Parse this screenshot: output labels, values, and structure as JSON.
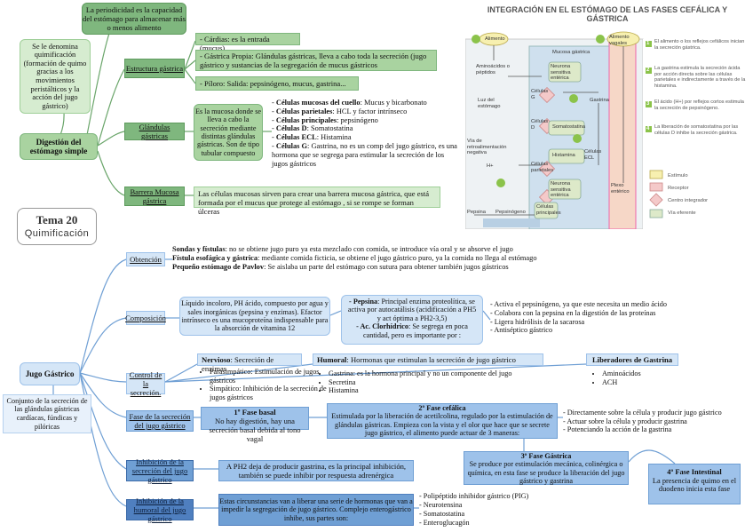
{
  "topic": {
    "title": "Tema 20",
    "subtitle": "Quimificación"
  },
  "digestion": {
    "root": "Digestión del estómago simple",
    "quimificacion_note": "Se le denomina quimificación (formación de quimo gracias a los movimientos peristálticos y la acción del jugo gástrico)",
    "periodicidad_note": "La periodicidad es la capacidad del estómago para almacenar más o menos alimento",
    "estructura": {
      "label": "Estructura gástrica",
      "items": [
        "- Cárdias: es la entrada (mucus)",
        "- Gástrica Propia: Glándulas gástricas, lleva a cabo toda la secreción (jugo gástrico y sustancias de la segregación de mucus gástricos",
        "- Píloro: Salida: pepsinógeno, mucus, gastrina..."
      ]
    },
    "glandulas": {
      "label": "Glándulas gástricas",
      "desc": "Es la mucosa donde se lleva a cabo la secreción mediante distintas glándulas gástricas. Son de tipo tubular compuesto",
      "cells": [
        {
          "name": "Células mucosas del cuello",
          "desc": ": Mucus y bicarbonato"
        },
        {
          "name": "Células parietales",
          "desc": ": HCL y factor intrínseco"
        },
        {
          "name": "Células principales",
          "desc": ": pepsinógeno"
        },
        {
          "name": "Células D",
          "desc": ": Somatostatina"
        },
        {
          "name": "Células ECL",
          "desc": ": Histamina"
        },
        {
          "name": "Células G",
          "desc": ": Gastrina, no es un comp del jugo gástrico, es una hormona que se segrega para estimular la secreción de los jugos gástricos"
        }
      ]
    },
    "barrera": {
      "label": "Barrera Mucosa gástrica",
      "desc": "Las células mucosas sirven para crear una barrera mucosa gástrica, que está formada por el mucus que protege al estómago , si se rompe se forman úlceras"
    }
  },
  "figure": {
    "title": "INTEGRACIÓN EN EL ESTÓMAGO DE LAS FASES CEFÁLICA Y GÁSTRICA",
    "labels": [
      "Alimento",
      "Alimento vagales",
      "Aminoácidos o péptidos",
      "Mucosa gástrica",
      "Luz del estómago",
      "Neurona sensitiva entérica",
      "Células G",
      "Gastrina",
      "Células D",
      "Somatostatina",
      "Vía de retroalimentación negativa",
      "H+",
      "Células parietales",
      "Histamina",
      "Células ECL",
      "Neurona sensitiva entérica",
      "Pepsina",
      "Pepsinógeno",
      "Células principales",
      "Plexo entérico"
    ],
    "numbers": [
      "1",
      "2",
      "3",
      "4"
    ],
    "legend_steps": [
      "El alimento o los reflejos cefálicos inician la secreción gástrica.",
      "La gastrina estimula la secreción ácida por acción directa sobre las células parietales e indirectamente a través de la histamina.",
      "El ácido (H+) por reflejos cortos estimula la secreción de pepsinógeno.",
      "La liberación de somatostatina por las células D inhibe la secreción gástrica."
    ],
    "legend_keys": [
      "Estímulo",
      "Receptor",
      "Centro integrador",
      "Vía eferente"
    ]
  },
  "jugo": {
    "label": "Jugo Gástrico",
    "definition": "Conjunto de la secreción de las glándulas gástricas cardíacas, fúndicas y pilóricas",
    "obtencion": {
      "label": "Obtención",
      "lines": [
        {
          "b": "Sondas y fístulas",
          "t": ": no se obtiene jugo puro ya esta mezclado con comida, se introduce vía oral y se absorve el jugo"
        },
        {
          "b": "Fístula esofágica y gástrica",
          "t": ": mediante comida ficticia, se obtiene el jugo gástrico puro, ya la comida no llega al estómago"
        },
        {
          "b": "Pequeño estómago de Pavlov",
          "t": ": Se aislaba un parte del estómago con sutura para obtener también jugos gástricos"
        }
      ]
    },
    "composicion": {
      "label": "Composición",
      "desc": "Líquido incoloro, PH ácido, compuesto por agua y sales inorgánicas (pepsina y enzimas). Efactor intrínseco es una mucoproteína indispensable para la absorción de vitamina 12",
      "pepsina_b": "- Pepsina",
      "pepsina_t": ": Principal enzima proteolítica, se activa por autocatálisis (acidificación a PH5 y act óptima a PH2-3,5)",
      "clorhidrico_b": "- Ac. Clorhídrico",
      "clorhidrico_t": ": Se segrega en poca cantidad, pero es importante por :",
      "roles": [
        "- Activa el pepsinógeno, ya que este necesita un medio ácido",
        "- Colabora con la pepsina en la digestión de las proteínas",
        "- Ligera hidrólisis de la sacarosa",
        "- Antiséptico gástrico"
      ]
    },
    "control": {
      "label": "Control de la secreción.",
      "nervioso_b": "Nervioso",
      "nervioso_t": ": Secreción de enzimas",
      "nervioso_items": [
        "Parasimpático: Estimulación de jugos gástricos",
        "Simpático: Inhibición de la secreción de jugos gástricos"
      ],
      "humoral_b": "Humoral",
      "humoral_t": ": Hormonas que estimulan la secreción de jugo gástrico",
      "humoral_items": [
        "Gastrina: es la hormona principal y no un componente del jugo",
        "Secretina",
        "Histamina"
      ],
      "liberadores": "Liberadores de Gastrina",
      "liberadores_items": [
        "Aminoácidos",
        "ACH"
      ]
    },
    "fases": {
      "label": "Fase de la secreción del jugo gástrico",
      "f1_title": "1º Fase basal",
      "f1_text": "No hay digestión, hay una secreción basal debida al tono vagal",
      "f2_title": "2º Fase cefálica",
      "f2_text": "Estimulada por la liberación de acetilcolina, regulado por la estimulación de glándulas gástricas. Empieza con la vista y el olor que hace que se secrete jugo gástrico, el alimento puede actuar de 3 maneras:",
      "f2_items": [
        "- Directamente sobre la célula y producir jugo gástrico",
        "- Actuar sobre la célula y producir gastrina",
        "- Potenciando la acción de la gastrina"
      ],
      "f3_title": "3º Fase Gástrica",
      "f3_text": "Se produce por estimulación mecánica, colinérgica o química, en esta fase se produce la liberación del jugo gástrico y gastrina",
      "f4_title": "4º Fase Intestinal",
      "f4_text": "La presencia de quimo en el duodeno inicia esta fase"
    },
    "inhibicion": {
      "label": "Inhibición de la secreción del jugo gástrico",
      "desc": "A PH2 deja de producir gastrina, es la principal inhibición, también se puede inhibir por respuesta adrenérgica"
    },
    "inhibicion_humoral": {
      "label": "Inhibición de la humoral del jugo gástrico",
      "desc": "Estas circunstancias van a liberar una serie de hormonas que van a impedir la segregación de jugo gástrico. Complejo enterogástrico inhibe, sus partes son:",
      "items": [
        "- Polipéptido inhibidor gástrico (PIG)",
        "- Neurotensina",
        "- Somatostatina",
        "- Enteroglucagón"
      ]
    }
  },
  "colors": {
    "green_dark": "#7fb77e",
    "green_light": "#d6ecd0",
    "blue_dark": "#4f7fbf",
    "blue_light": "#d5e6f7",
    "line_green": "#6aa56a",
    "line_blue": "#6f9fd4"
  }
}
